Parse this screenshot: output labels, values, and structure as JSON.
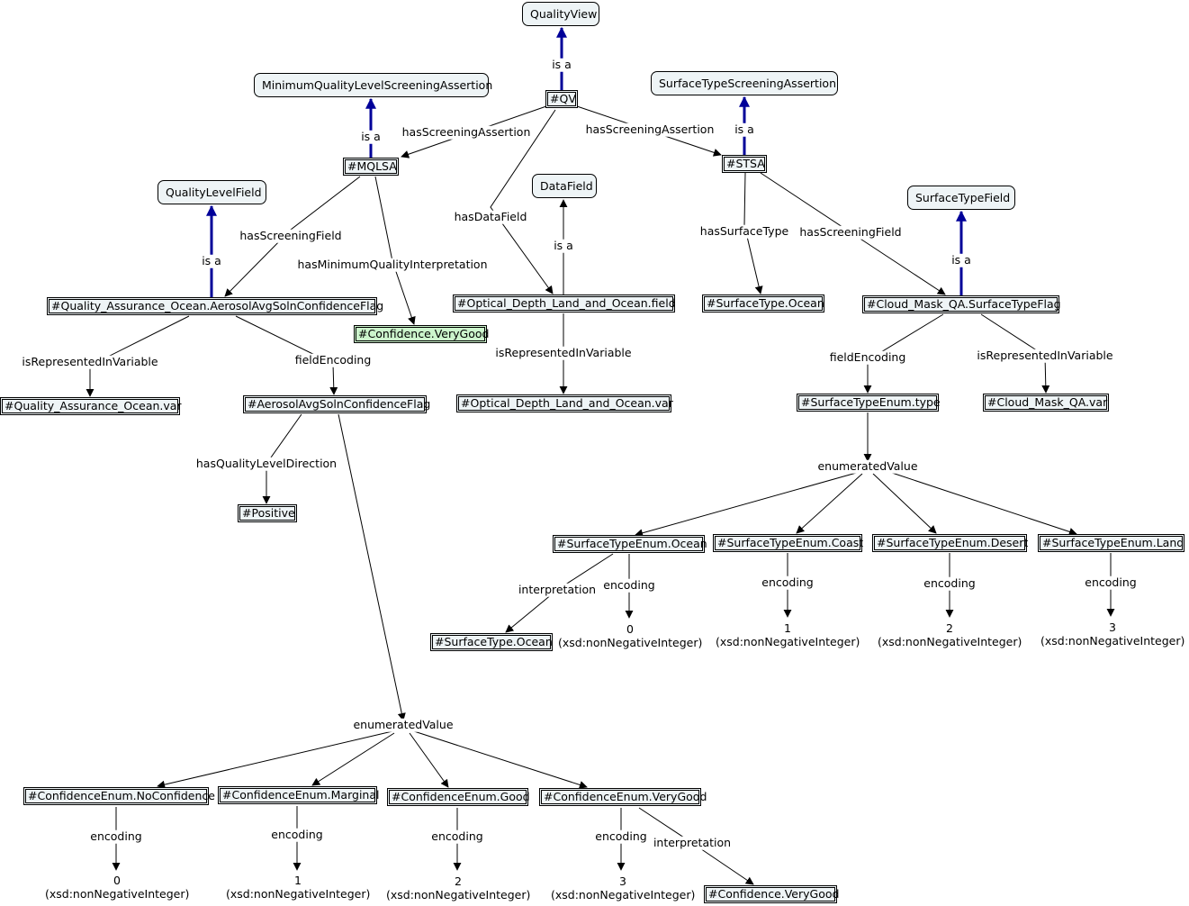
{
  "colors": {
    "isa_edge": "#000099",
    "edge": "#000000",
    "node_fill": "#eef4f6",
    "highlight_fill": "#ccf5cc"
  },
  "classes": {
    "quality_view": "QualityView",
    "mqlsa_class": "MinimumQualityLevelScreeningAssertion",
    "stsa_class": "SurfaceTypeScreeningAssertion",
    "quality_level_field": "QualityLevelField",
    "data_field": "DataField",
    "surface_type_field": "SurfaceTypeField"
  },
  "instances": {
    "qv": "#QV",
    "mqlsa": "#MQLSA",
    "stsa": "#STSA",
    "qa_flag": "#Quality_Assurance_Ocean.AerosolAvgSolnConfidenceFlag",
    "confidence_verygood": "#Confidence.VeryGood",
    "od_field": "#Optical_Depth_Land_and_Ocean.field",
    "surfacetype_ocean": "#SurfaceType.Ocean",
    "cloud_flag": "#Cloud_Mask_QA.SurfaceTypeFlag",
    "qa_var": "#Quality_Assurance_Ocean.var",
    "aerosol_flag": "#AerosolAvgSolnConfidenceFlag",
    "od_var": "#Optical_Depth_Land_and_Ocean.var",
    "stenum_type": "#SurfaceTypeEnum.type",
    "cloud_var": "#Cloud_Mask_QA.var",
    "positive": "#Positive",
    "stenum_ocean": "#SurfaceTypeEnum.Ocean",
    "stenum_coast": "#SurfaceTypeEnum.Coast",
    "stenum_desert": "#SurfaceTypeEnum.Desert",
    "stenum_land": "#SurfaceTypeEnum.Land",
    "surfacetype_ocean2": "#SurfaceType.Ocean",
    "conf_noconfidence": "#ConfidenceEnum.NoConfidence",
    "conf_marginal": "#ConfidenceEnum.Marginal",
    "conf_good": "#ConfidenceEnum.Good",
    "conf_verygood": "#ConfidenceEnum.VeryGood",
    "confidence_verygood2": "#Confidence.VeryGood"
  },
  "literals": {
    "st_ocean": {
      "value": "0",
      "type": "(xsd:nonNegativeInteger)"
    },
    "st_coast": {
      "value": "1",
      "type": "(xsd:nonNegativeInteger)"
    },
    "st_desert": {
      "value": "2",
      "type": "(xsd:nonNegativeInteger)"
    },
    "st_land": {
      "value": "3",
      "type": "(xsd:nonNegativeInteger)"
    },
    "ce_noconf": {
      "value": "0",
      "type": "(xsd:nonNegativeInteger)"
    },
    "ce_marginal": {
      "value": "1",
      "type": "(xsd:nonNegativeInteger)"
    },
    "ce_good": {
      "value": "2",
      "type": "(xsd:nonNegativeInteger)"
    },
    "ce_verygood": {
      "value": "3",
      "type": "(xsd:nonNegativeInteger)"
    }
  },
  "edge_labels": {
    "is_a": "is a",
    "has_screening_assertion": "hasScreeningAssertion",
    "has_data_field": "hasDataField",
    "has_screening_field": "hasScreeningField",
    "has_surface_type": "hasSurfaceType",
    "has_min_quality_interpretation": "hasMinimumQualityInterpretation",
    "is_represented_in_variable": "isRepresentedInVariable",
    "field_encoding": "fieldEncoding",
    "has_quality_level_direction": "hasQualityLevelDirection",
    "enumerated_value": "enumeratedValue",
    "interpretation": "interpretation",
    "encoding": "encoding"
  }
}
